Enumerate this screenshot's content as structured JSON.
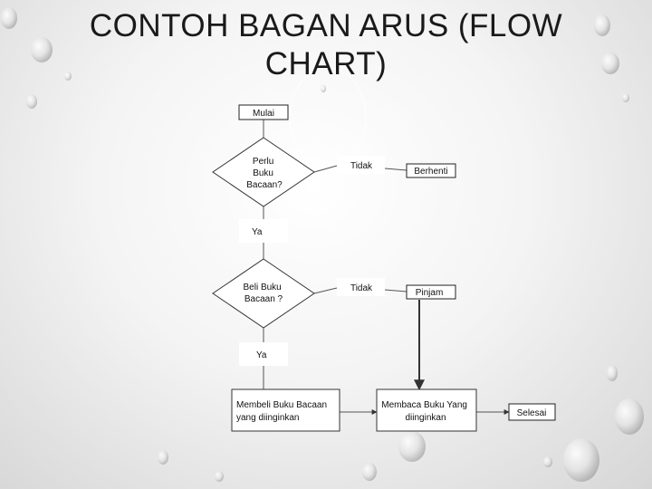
{
  "title": "CONTOH BAGAN ARUS (FLOW CHART)",
  "nodes": {
    "start": "Mulai",
    "decision1": [
      "Perlu",
      "Buku",
      "Bacaan?"
    ],
    "no1": "Tidak",
    "stop": "Berhenti",
    "yes1": "Ya",
    "decision2": [
      "Beli Buku",
      "Bacaan ?"
    ],
    "no2": "Tidak",
    "borrow": "Pinjam",
    "yes2": "Ya",
    "buy": [
      "Membeli Buku Bacaan",
      "yang diinginkan"
    ],
    "read": [
      "Membaca Buku Yang",
      "diinginkan"
    ],
    "end": "Selesai"
  }
}
